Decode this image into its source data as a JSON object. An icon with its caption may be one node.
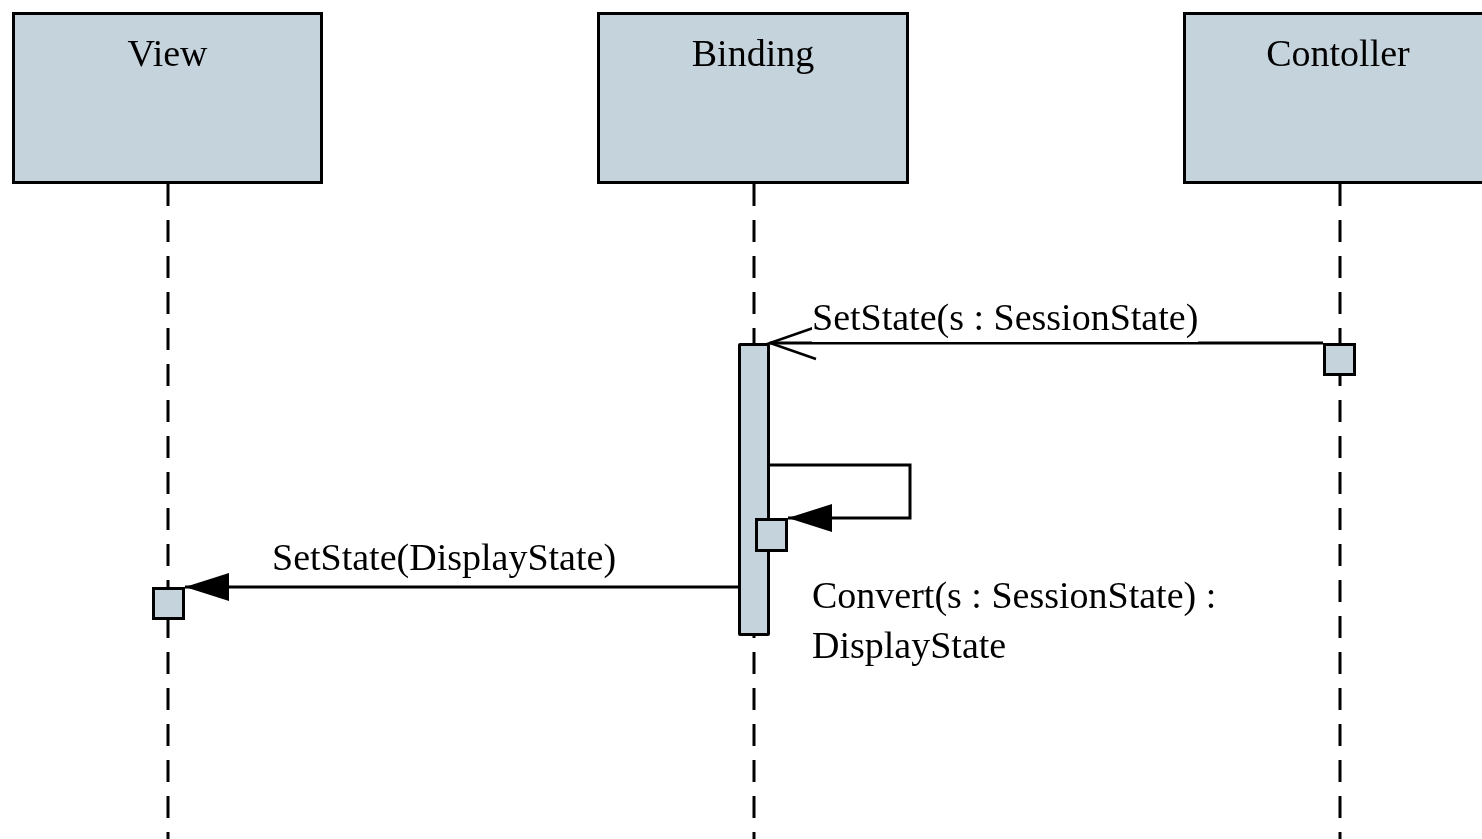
{
  "diagram": {
    "nodes": [
      {
        "text": [
          "View"
        ]
      },
      {
        "text": [
          "Binding"
        ]
      },
      {
        "text": [
          "Contoller"
        ]
      },
      {
        "text": [],
        "shape": "bar"
      },
      {
        "text": [],
        "shape": "box"
      },
      {
        "text": [],
        "shape": "box"
      },
      {
        "text": [],
        "shape": "box"
      }
    ],
    "edges": [
      {
        "from": 4,
        "to": 3,
        "arrow": "to",
        "label": "SetState(s : SessionState)"
      },
      {
        "from": 3,
        "to": 5,
        "arrow": "to",
        "label": "Convert(s : SessionState) : DisplayState"
      },
      {
        "from": 3,
        "to": 6,
        "arrow": "to",
        "label": "SetState(DisplayState)"
      }
    ]
  }
}
